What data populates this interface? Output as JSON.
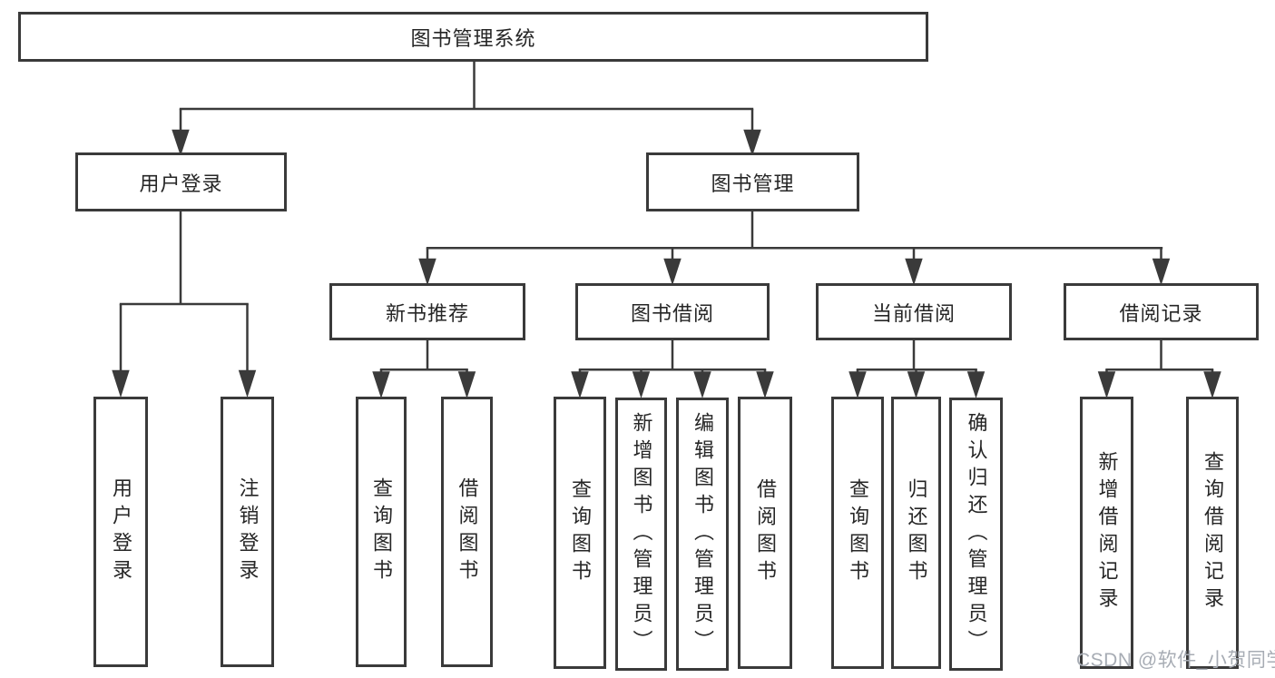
{
  "diagram": {
    "title": "图书管理系统",
    "branches": [
      {
        "label": "用户登录",
        "children": [
          "用户登录",
          "注销登录"
        ]
      },
      {
        "label": "图书管理",
        "groups": [
          {
            "label": "新书推荐",
            "children": [
              "查询图书",
              "借阅图书"
            ]
          },
          {
            "label": "图书借阅",
            "children": [
              "查询图书",
              "新增图书（管理员）",
              "编辑图书（管理员）",
              "借阅图书"
            ]
          },
          {
            "label": "当前借阅",
            "children": [
              "查询图书",
              "归还图书",
              "确认归还（管理员）"
            ]
          },
          {
            "label": "借阅记录",
            "children": [
              "新增借阅记录",
              "查询借阅记录"
            ]
          }
        ]
      }
    ]
  },
  "watermark": {
    "text": "CSDN @软件_小贺同学"
  },
  "colors": {
    "line": "#3a3a3a",
    "box_border": "#3a3a3a",
    "text": "#262626",
    "watermark": "#a7acb4",
    "background": "#ffffff"
  }
}
